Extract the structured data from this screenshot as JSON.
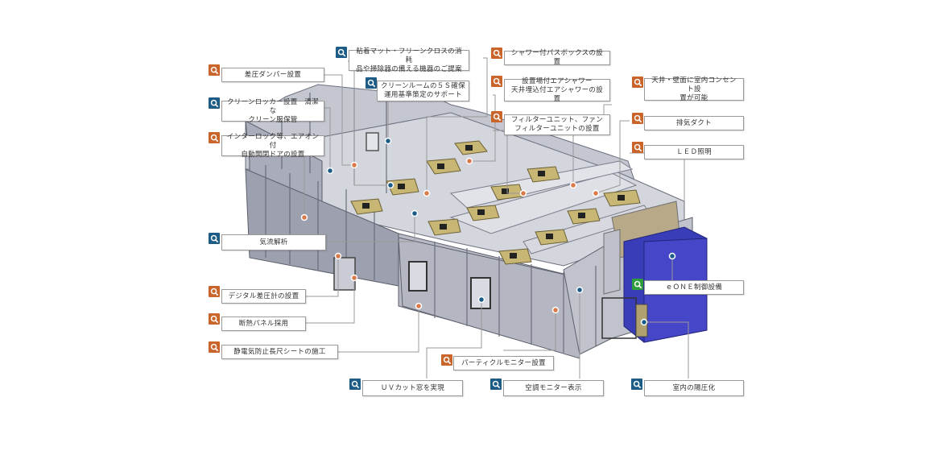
{
  "diagram": {
    "subject": "Clean room isometric diagram with feature callouts",
    "colors": {
      "orange_icon": "#c9652a",
      "blue_icon": "#1c5c86",
      "green_icon": "#2e9e3c",
      "wall": "#b7b9c4",
      "wall_dark": "#8f93a3",
      "ffu": "#c8b77a",
      "blue_unit": "#3c3fc0"
    },
    "callouts": [
      {
        "id": "c1",
        "icon": "orange",
        "label": "差圧ダンパー設置"
      },
      {
        "id": "c2",
        "icon": "blue",
        "label": "クリーンロッカー設置　清潔な\nクリーン服保管"
      },
      {
        "id": "c3",
        "icon": "orange",
        "label": "インターロック等、エアオン付\n自動開閉ドアの設置"
      },
      {
        "id": "c4",
        "icon": "blue",
        "label": "粘着マット・フリーンクロスの消耗\n品や掃除器の備える機器のご提案"
      },
      {
        "id": "c5",
        "icon": "blue",
        "label": "クリーンルームの５Ｓ確保\n運用基準策定のサポート"
      },
      {
        "id": "c6",
        "icon": "orange",
        "label": "シャワー付パスボックスの設置"
      },
      {
        "id": "c7",
        "icon": "orange",
        "label": "設置場付エアシャワー\n天井埋込付エアシャワーの設置"
      },
      {
        "id": "c8",
        "icon": "orange",
        "label": "フィルターユニット、ファン\nフィルターユニットの設置"
      },
      {
        "id": "c9",
        "icon": "orange",
        "label": "天井・壁面に室内コンセント設\n置が可能"
      },
      {
        "id": "c10",
        "icon": "orange",
        "label": "排気ダクト"
      },
      {
        "id": "c11",
        "icon": "orange",
        "label": "ＬＥＤ照明"
      },
      {
        "id": "c12",
        "icon": "blue",
        "label": "気流解析"
      },
      {
        "id": "c13",
        "icon": "green",
        "label": "ｅＯＮＥ制御設備"
      },
      {
        "id": "c14",
        "icon": "orange",
        "label": "デジタル差圧計の設置"
      },
      {
        "id": "c15",
        "icon": "orange",
        "label": "断熱パネル採用"
      },
      {
        "id": "c16",
        "icon": "orange",
        "label": "静電気防止長尺シートの施工"
      },
      {
        "id": "c17",
        "icon": "orange",
        "label": "パーティクルモニター設置"
      },
      {
        "id": "c18",
        "icon": "blue",
        "label": "ＵＶカット窓を実現"
      },
      {
        "id": "c19",
        "icon": "blue",
        "label": "空調モニター表示"
      },
      {
        "id": "c20",
        "icon": "blue",
        "label": "室内の陽圧化"
      }
    ]
  }
}
